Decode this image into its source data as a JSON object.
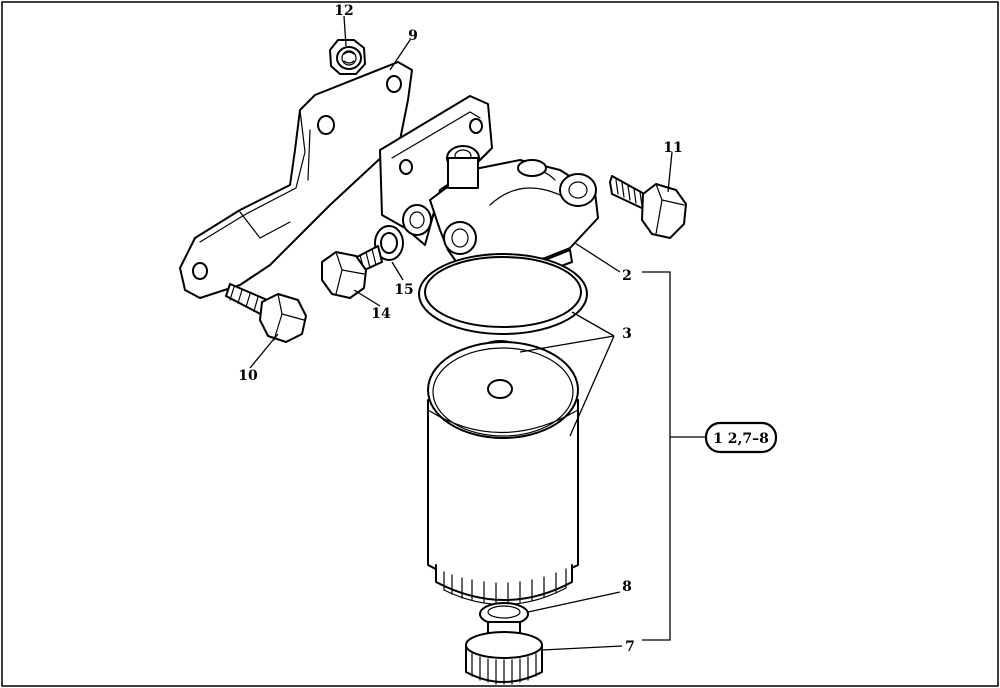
{
  "diagram": {
    "callouts": {
      "c12": "12",
      "c9": "9",
      "c11": "11",
      "c2": "2",
      "c3": "3",
      "c15": "15",
      "c14": "14",
      "c10": "10",
      "c8": "8",
      "c7": "7"
    },
    "kit_badge": "1 2,7–8",
    "line_color": "#000000",
    "background_color": "#ffffff"
  }
}
